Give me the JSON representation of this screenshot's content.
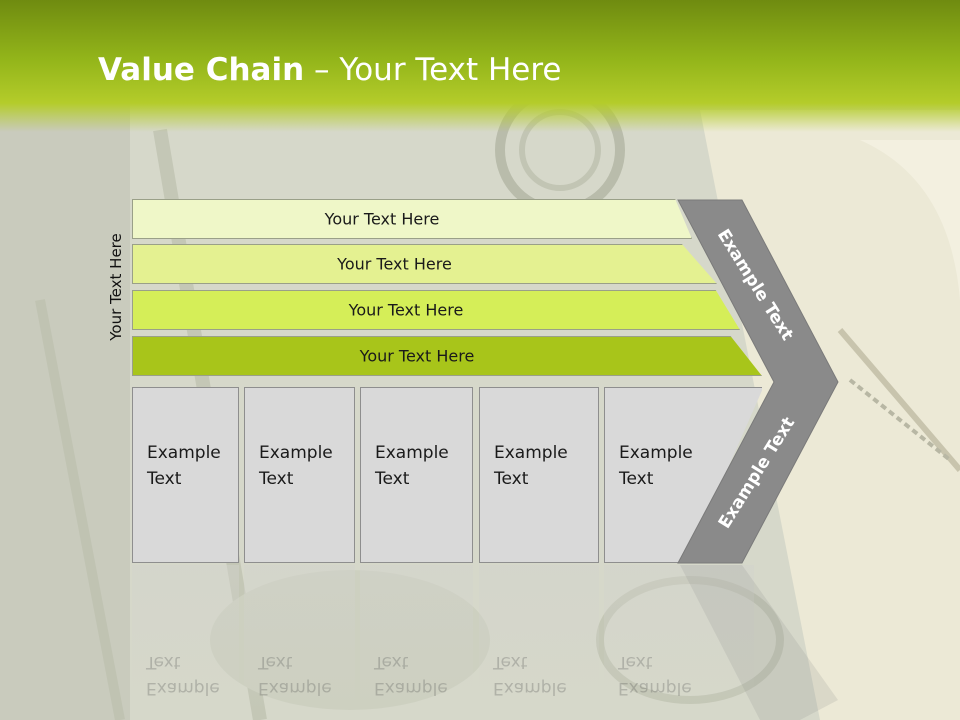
{
  "title": {
    "bold": "Value Chain",
    "rest": " – Your Text Here"
  },
  "side_label": "Your Text Here",
  "bars": [
    "Your Text Here",
    "Your Text Here",
    "Your Text Here",
    "Your Text Here"
  ],
  "boxes": [
    {
      "line1": "Example",
      "line2": "Text"
    },
    {
      "line1": "Example",
      "line2": "Text"
    },
    {
      "line1": "Example",
      "line2": "Text"
    },
    {
      "line1": "Example",
      "line2": "Text"
    },
    {
      "line1": "Example",
      "line2": "Text"
    }
  ],
  "chevron": {
    "upper_label": "Example Text",
    "lower_label": "Example Text",
    "color": "#8a8a8a"
  },
  "colors": {
    "header": "#93b51a",
    "bar_light": "#eff7c8",
    "bar_mid": "#e4f191",
    "bar_bright": "#d5ee58",
    "bar_dark": "#a8c51a",
    "box": "#d9d9d9"
  }
}
